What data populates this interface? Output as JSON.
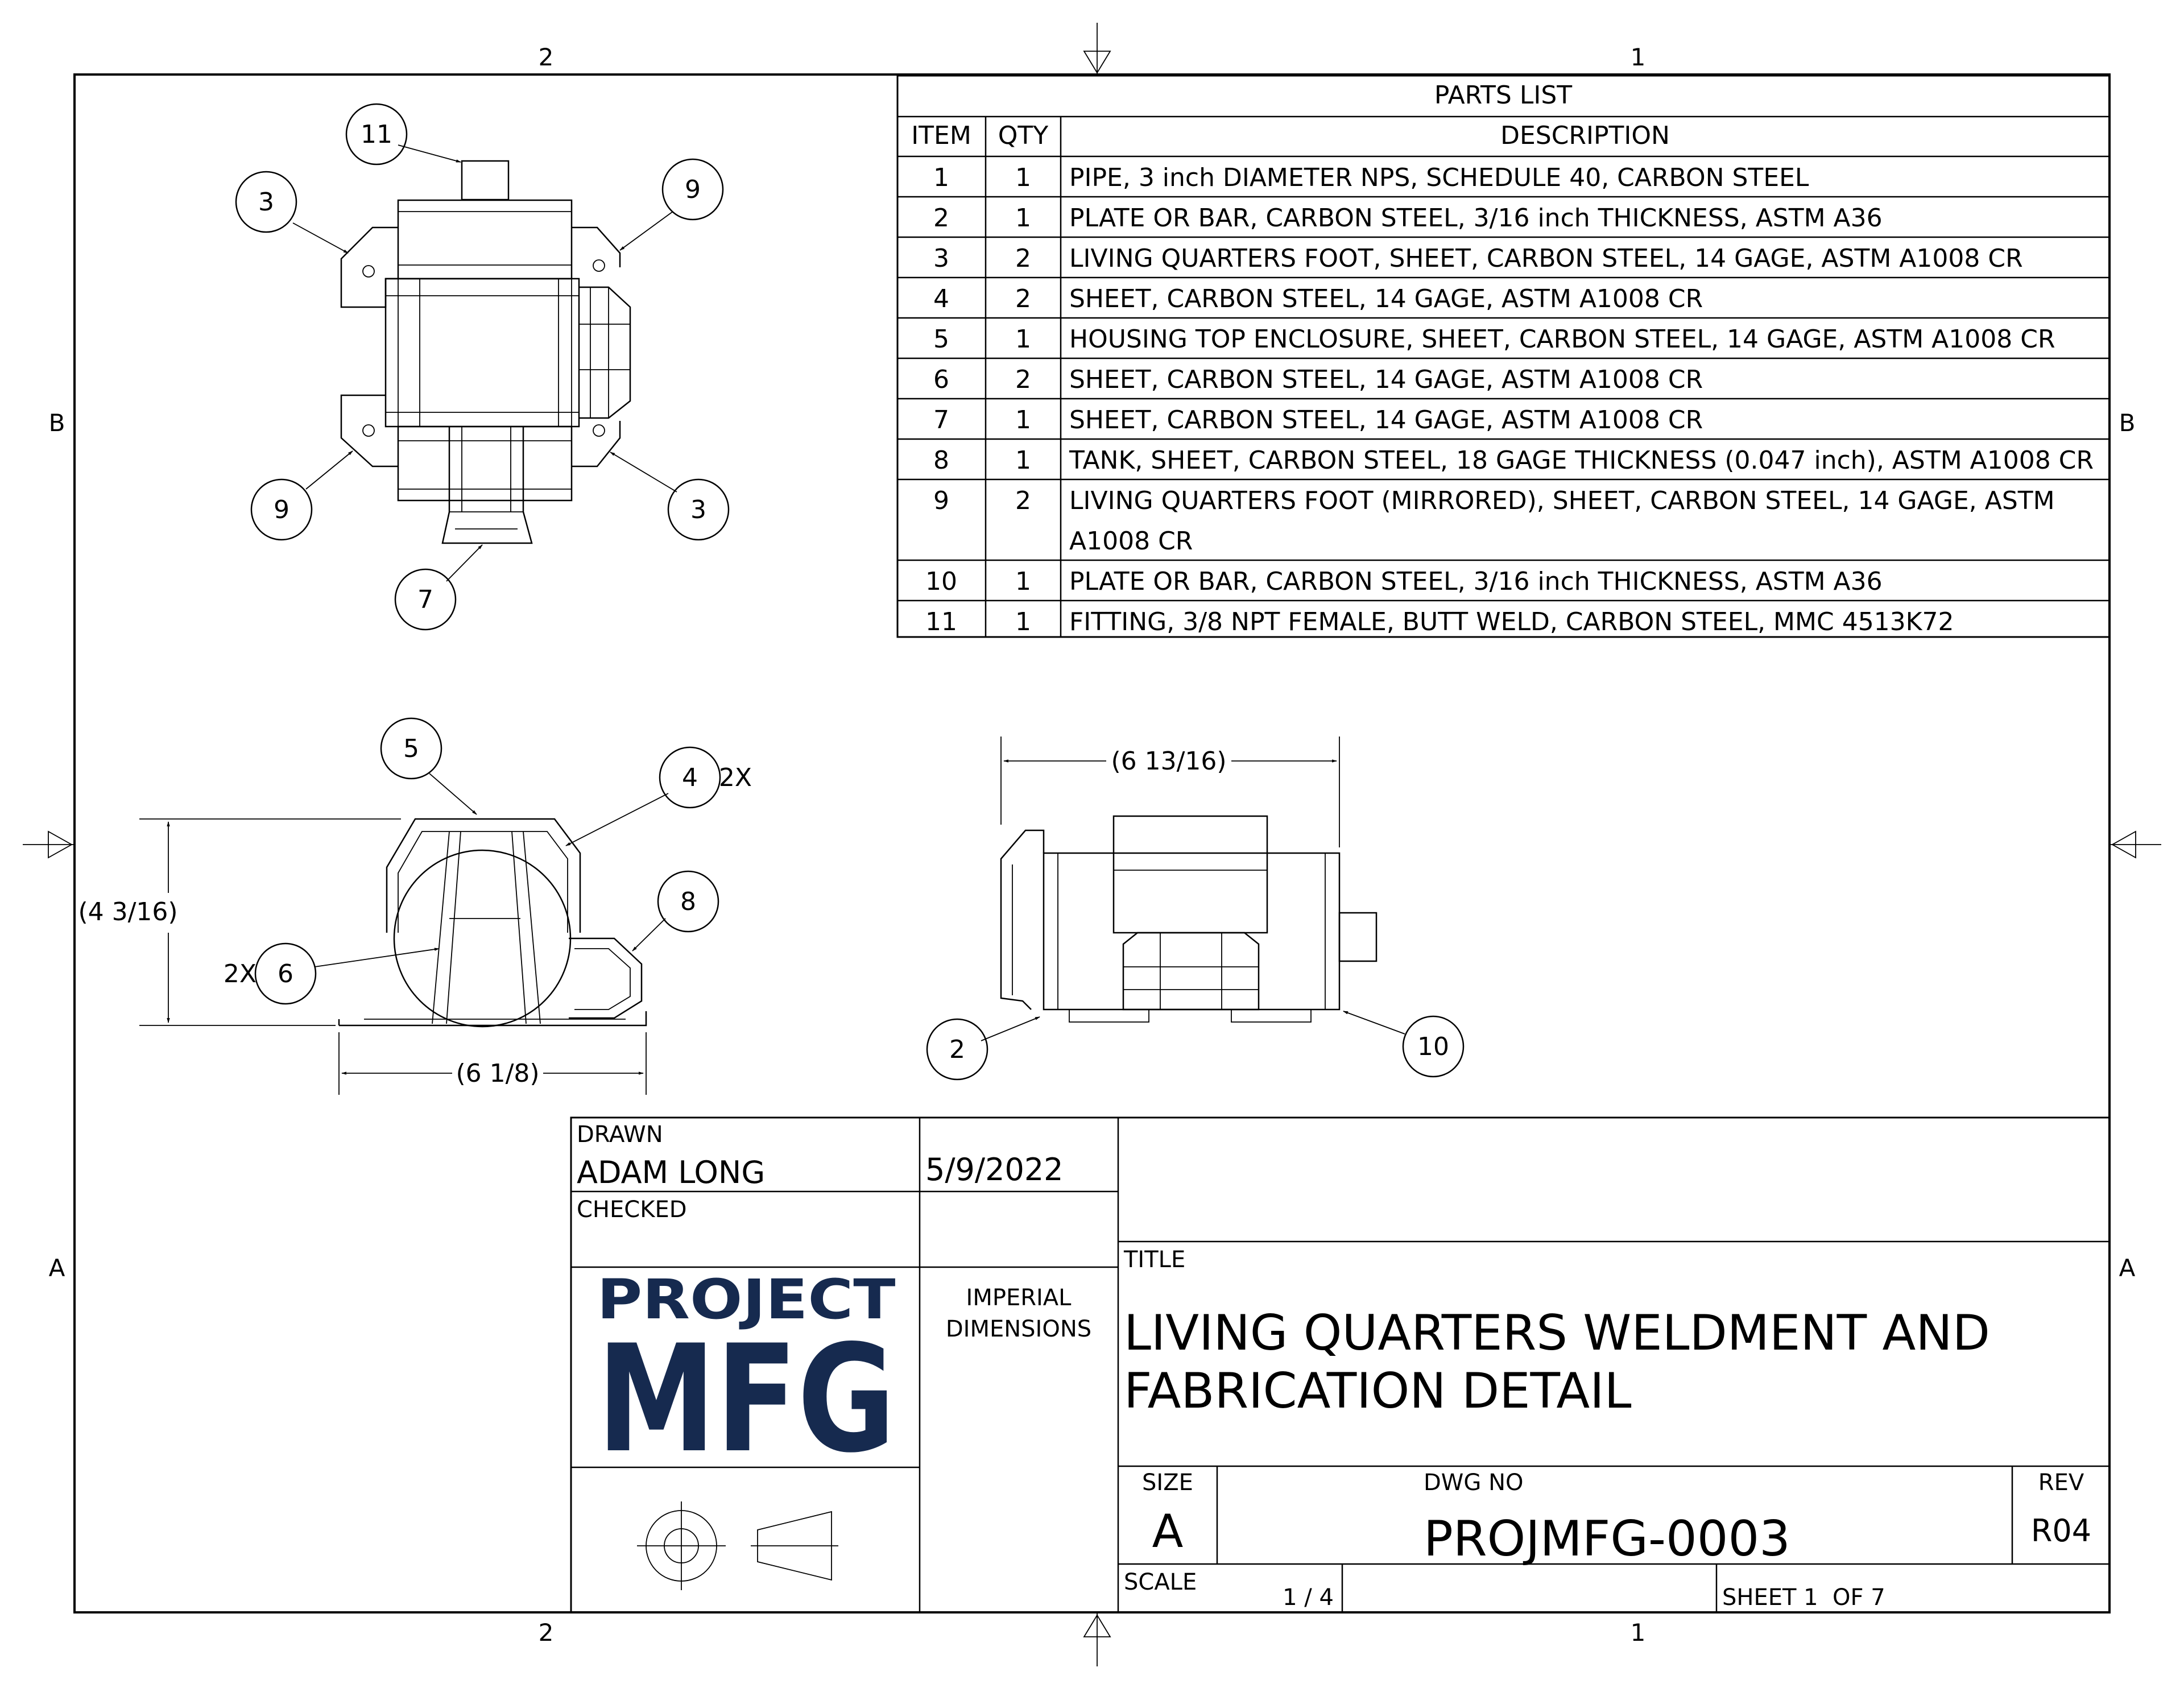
{
  "zones": {
    "top": [
      "2",
      "1"
    ],
    "bottom": [
      "2",
      "1"
    ],
    "left": [
      "B",
      "A"
    ],
    "right": [
      "B",
      "A"
    ]
  },
  "parts_list": {
    "title": "PARTS LIST",
    "headers": [
      "ITEM",
      "QTY",
      "DESCRIPTION"
    ],
    "rows": [
      {
        "item": "1",
        "qty": "1",
        "desc": [
          "PIPE, 3 inch DIAMETER NPS, SCHEDULE 40, CARBON STEEL"
        ]
      },
      {
        "item": "2",
        "qty": "1",
        "desc": [
          "PLATE OR BAR, CARBON STEEL, 3/16 inch THICKNESS, ASTM A36"
        ]
      },
      {
        "item": "3",
        "qty": "2",
        "desc": [
          "LIVING QUARTERS FOOT, SHEET, CARBON STEEL, 14 GAGE, ASTM A1008 CR"
        ]
      },
      {
        "item": "4",
        "qty": "2",
        "desc": [
          "SHEET, CARBON STEEL, 14 GAGE, ASTM A1008 CR"
        ]
      },
      {
        "item": "5",
        "qty": "1",
        "desc": [
          "HOUSING TOP ENCLOSURE, SHEET, CARBON STEEL, 14 GAGE, ASTM A1008 CR"
        ]
      },
      {
        "item": "6",
        "qty": "2",
        "desc": [
          "SHEET, CARBON STEEL, 14 GAGE, ASTM A1008 CR"
        ]
      },
      {
        "item": "7",
        "qty": "1",
        "desc": [
          "SHEET, CARBON STEEL, 14 GAGE, ASTM A1008 CR"
        ]
      },
      {
        "item": "8",
        "qty": "1",
        "desc": [
          "TANK, SHEET, CARBON STEEL, 18 GAGE THICKNESS (0.047 inch), ASTM A1008 CR"
        ]
      },
      {
        "item": "9",
        "qty": "2",
        "desc": [
          "LIVING QUARTERS FOOT (MIRRORED), SHEET, CARBON STEEL, 14 GAGE, ASTM",
          "A1008 CR"
        ]
      },
      {
        "item": "10",
        "qty": "1",
        "desc": [
          "PLATE OR BAR, CARBON STEEL, 3/16 inch THICKNESS, ASTM A36"
        ]
      },
      {
        "item": "11",
        "qty": "1",
        "desc": [
          "FITTING, 3/8 NPT FEMALE, BUTT WELD, CARBON STEEL, MMC 4513K72"
        ]
      }
    ]
  },
  "balloons": {
    "top_view": {
      "b11": "11",
      "b3a": "3",
      "b9a": "9",
      "b9b": "9",
      "b3b": "3",
      "b7": "7"
    },
    "front_view": {
      "b5": "5",
      "b4": "4",
      "b4_qty": "2X",
      "b8": "8",
      "b6": "6",
      "b6_qty": "2X"
    },
    "side_view": {
      "b2": "2",
      "b10": "10"
    }
  },
  "dimensions": {
    "front_height": "(4 3/16)",
    "front_width": "(6 1/8)",
    "side_length": "(6 13/16)"
  },
  "title_block": {
    "drawn_label": "DRAWN",
    "drawn_by": "ADAM LONG",
    "date": "5/9/2022",
    "checked_label": "CHECKED",
    "logo_line1": "PROJECT",
    "logo_line2": "MFG",
    "units_line1": "IMPERIAL",
    "units_line2": "DIMENSIONS",
    "title_label": "TITLE",
    "title_line1": "LIVING QUARTERS WELDMENT AND",
    "title_line2": "FABRICATION DETAIL",
    "size_label": "SIZE",
    "size": "A",
    "dwg_no_label": "DWG NO",
    "dwg_no": "PROJMFG-0003",
    "rev_label": "REV",
    "rev": "R04",
    "scale_label": "SCALE",
    "scale": "1 / 4",
    "sheet": "SHEET 1  OF 7"
  },
  "colors": {
    "logo": "#162a4f",
    "line": "#000000"
  }
}
